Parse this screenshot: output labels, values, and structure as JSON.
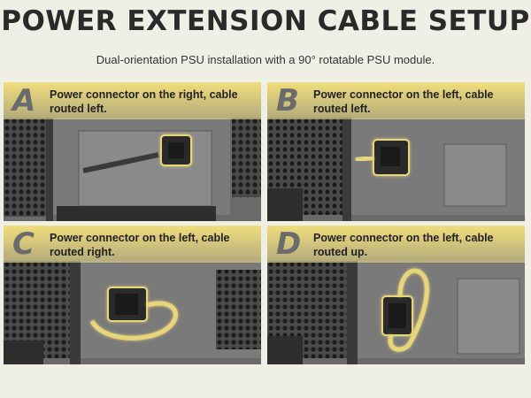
{
  "header": {
    "title": "POWER EXTENSION CABLE SETUP",
    "subtitle": "Dual-orientation PSU installation with a 90° rotatable PSU module."
  },
  "panels": [
    {
      "letter": "A",
      "caption": "Power connector on the right, cable routed left."
    },
    {
      "letter": "B",
      "caption": "Power connector on the left, cable routed left."
    },
    {
      "letter": "C",
      "caption": "Power connector on the left, cable routed right."
    },
    {
      "letter": "D",
      "caption": "Power connector on the left, cable routed up."
    }
  ],
  "colors": {
    "background": "#f0efe6",
    "band": "#f5e27d",
    "highlight": "#e8d57a",
    "case": "#5c5c5c"
  }
}
